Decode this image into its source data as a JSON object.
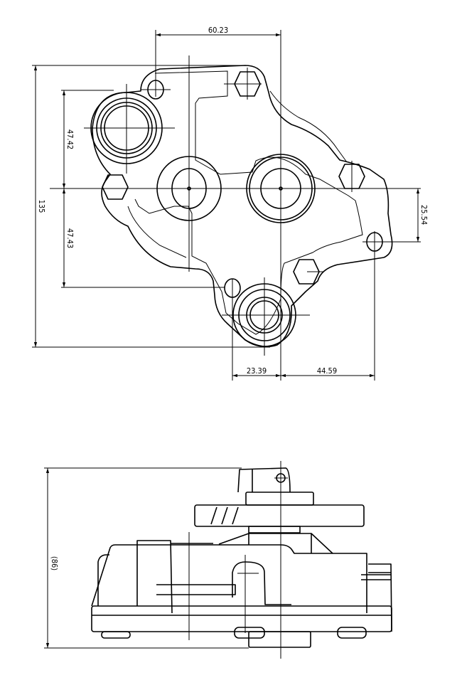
{
  "drawing": {
    "top_view": {
      "dimensions": {
        "hole_spacing_top": "60.23",
        "overall_height": "135",
        "upper_offset": "47.42",
        "lower_offset": "47.43",
        "right_offset": "25.54",
        "bottom_left": "23.39",
        "bottom_right": "44.59"
      }
    },
    "side_view": {
      "dimensions": {
        "overall_height_ref": "(86)"
      }
    }
  }
}
